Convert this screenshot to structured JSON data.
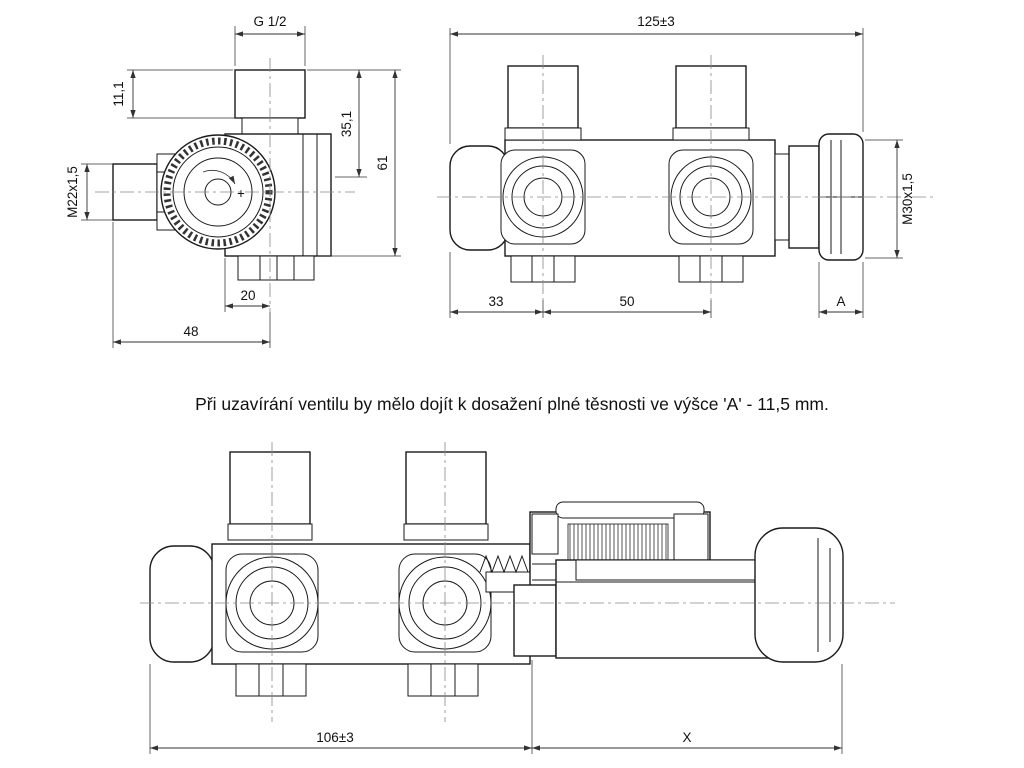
{
  "annotation": "Při uzavírání ventilu by mělo dojít k dosažení plné těsnosti ve výšce 'A' - 11,5 mm.",
  "side_view": {
    "thread_top": "G 1/2",
    "dim_11": "11,1",
    "dim_35": "35,1",
    "dim_61": "61",
    "thread_left": "M22x1,5",
    "dim_20": "20",
    "dim_48": "48",
    "wheel_plus": "+"
  },
  "front_view": {
    "dim_width": "125±3",
    "thread_cap": "M30x1,5",
    "dim_33": "33",
    "dim_50": "50",
    "dim_a": "A"
  },
  "section_view": {
    "dim_width": "106±3",
    "dim_x": "X"
  }
}
